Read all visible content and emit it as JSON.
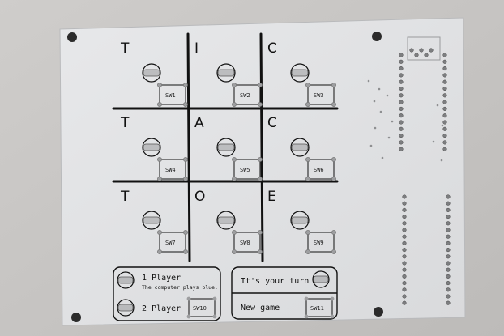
{
  "board": {
    "letters": [
      "T",
      "I",
      "C",
      "T",
      "A",
      "C",
      "T",
      "O",
      "E"
    ],
    "switches": [
      "SW1",
      "SW2",
      "SW3",
      "SW4",
      "SW5",
      "SW6",
      "SW7",
      "SW8",
      "SW9"
    ],
    "controls": {
      "player1_title": "1 Player",
      "player1_subtitle": "The computer plays blue.",
      "player2_title": "2 Player",
      "player2_switch": "SW10",
      "turn_label": "It's your turn",
      "newgame_label": "New game",
      "newgame_switch": "SW11"
    }
  },
  "colors": {
    "background": "#c9c7c5",
    "pcb": "#e3e4e6",
    "silkscreen": "#111111",
    "pad": "#bfc0c2"
  }
}
